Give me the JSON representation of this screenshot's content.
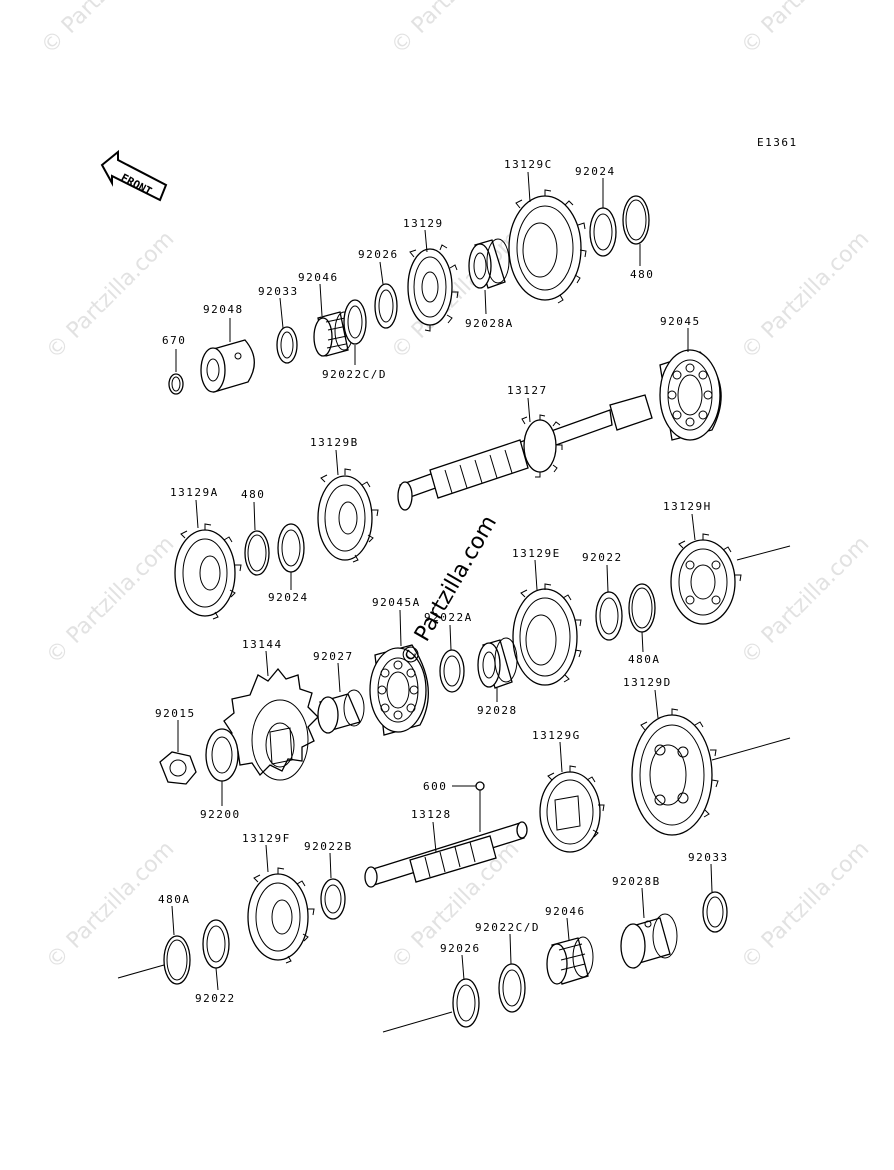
{
  "diagram_code": "E1361",
  "front_label": "FRONT",
  "watermarks": {
    "text": "© Partzilla.com",
    "center_text": "© Partzilla.com"
  },
  "labels": {
    "p670": "670",
    "p92048": "92048",
    "p92033_top": "92033",
    "p92046_top": "92046",
    "p92022cd_top": "92022C/D",
    "p92026_top": "92026",
    "p13129": "13129",
    "p92028a": "92028A",
    "p13129c": "13129C",
    "p92024_top": "92024",
    "p480_top": "480",
    "p92045": "92045",
    "p13127": "13127",
    "p13129b": "13129B",
    "p13129a": "13129A",
    "p480_mid": "480",
    "p92024_mid": "92024",
    "p13129h": "13129H",
    "p92022_mid": "92022",
    "p480a_mid": "480A",
    "p13129e": "13129E",
    "p92045a": "92045A",
    "p92022a": "92022A",
    "p92028": "92028",
    "p13144": "13144",
    "p92027": "92027",
    "p92015": "92015",
    "p92200": "92200",
    "p13129d": "13129D",
    "p13129g": "13129G",
    "p600": "600",
    "p13128": "13128",
    "p13129f": "13129F",
    "p92022b": "92022B",
    "p480a_bot": "480A",
    "p92022_bot": "92022",
    "p92033_bot": "92033",
    "p92028b": "92028B",
    "p92046_bot": "92046",
    "p92022cd_bot": "92022C/D",
    "p92026_bot": "92026"
  }
}
